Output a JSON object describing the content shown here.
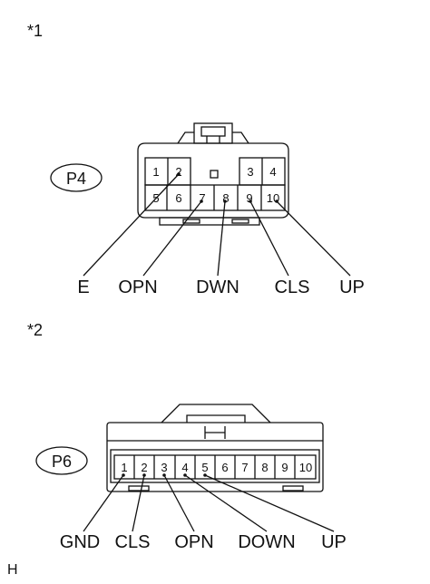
{
  "diagram": {
    "view1": {
      "note": "*1",
      "connector_label": "P4",
      "pins_row1": [
        "1",
        "2",
        "3",
        "4"
      ],
      "pins_row2": [
        "5",
        "6",
        "7",
        "8",
        "9",
        "10"
      ],
      "signals": [
        "E",
        "OPN",
        "DWN",
        "CLS",
        "UP"
      ]
    },
    "view2": {
      "note": "*2",
      "connector_label": "P6",
      "pins": [
        "1",
        "2",
        "3",
        "4",
        "5",
        "6",
        "7",
        "8",
        "9",
        "10"
      ],
      "signals": [
        "GND",
        "CLS",
        "OPN",
        "DOWN",
        "UP"
      ]
    },
    "footer_code": "H"
  }
}
